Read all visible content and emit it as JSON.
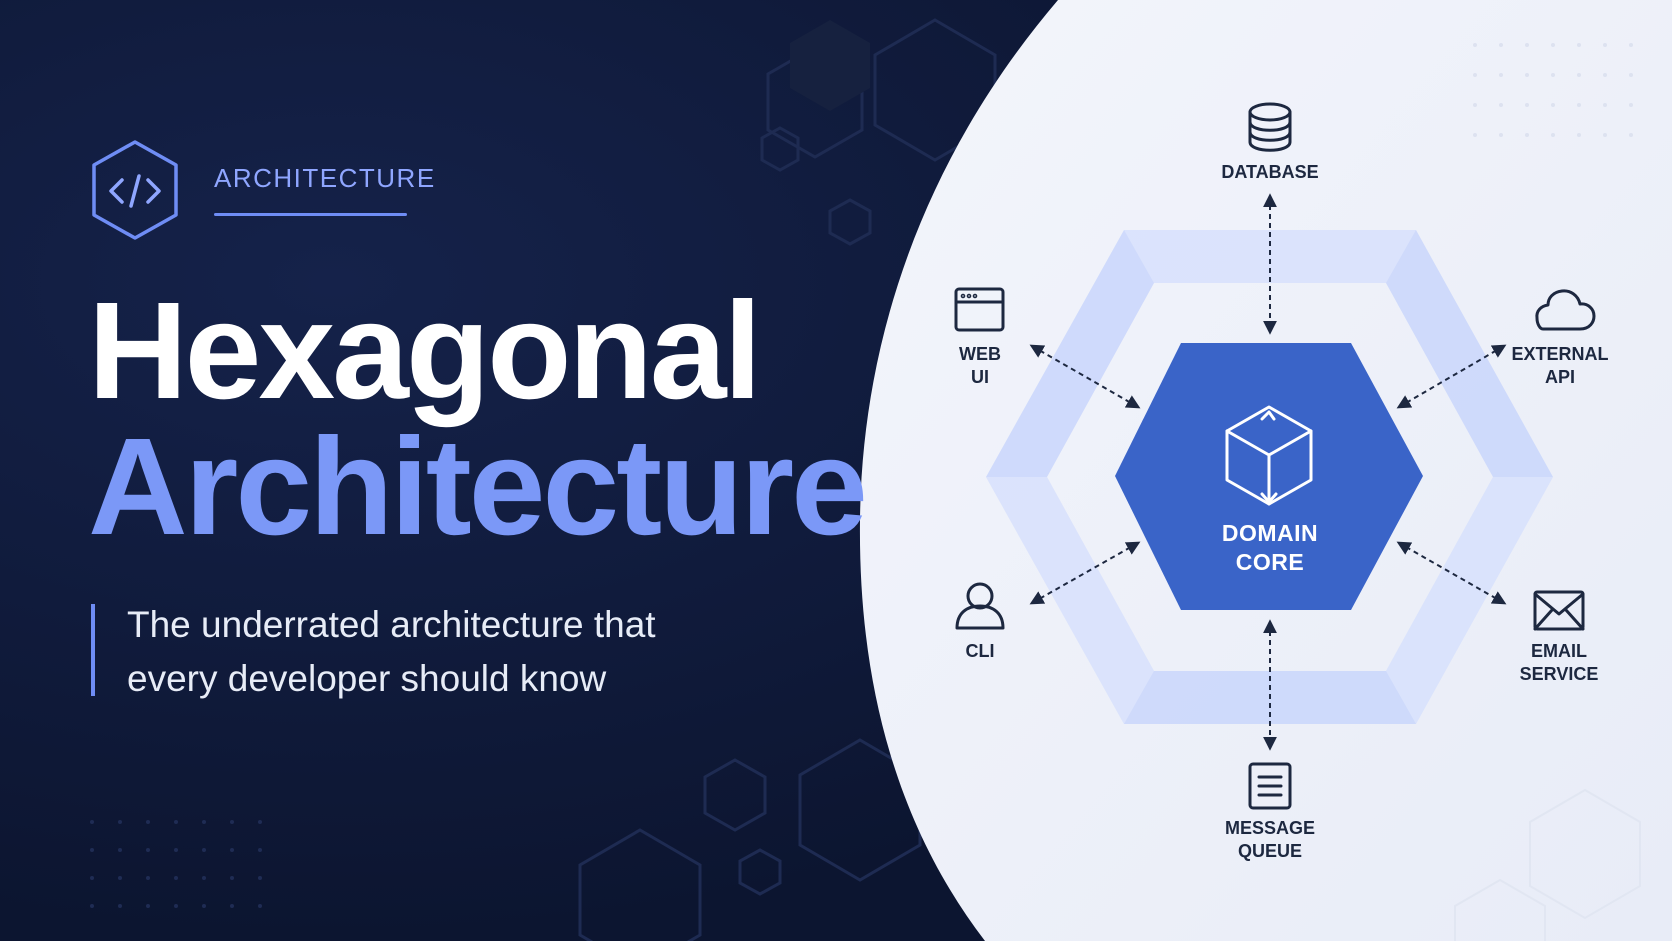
{
  "header": {
    "category": "ARCHITECTURE",
    "title_line1": "Hexagonal",
    "title_line2": "Architecture",
    "subtitle": "The underrated architecture that\nevery developer should know"
  },
  "diagram": {
    "core": {
      "label": "DOMAIN\nCORE",
      "icon": "cube-icon"
    },
    "adapters": [
      {
        "id": "database",
        "label": "DATABASE",
        "icon": "database-icon"
      },
      {
        "id": "web-ui",
        "label": "WEB\nUI",
        "icon": "browser-window-icon"
      },
      {
        "id": "external-api",
        "label": "EXTERNAL\nAPI",
        "icon": "cloud-icon"
      },
      {
        "id": "cli",
        "label": "CLI",
        "icon": "user-icon"
      },
      {
        "id": "email-service",
        "label": "EMAIL\nSERVICE",
        "icon": "envelope-icon"
      },
      {
        "id": "message-queue",
        "label": "MESSAGE\nQUEUE",
        "icon": "document-list-icon"
      }
    ]
  },
  "colors": {
    "dark_bg": "#0f1a33",
    "light_bg": "#eef1fa",
    "accent": "#7b98f7",
    "core_fill": "#3a64c8",
    "ring_fill": "#c9d6fb",
    "ink": "#1d2840"
  }
}
